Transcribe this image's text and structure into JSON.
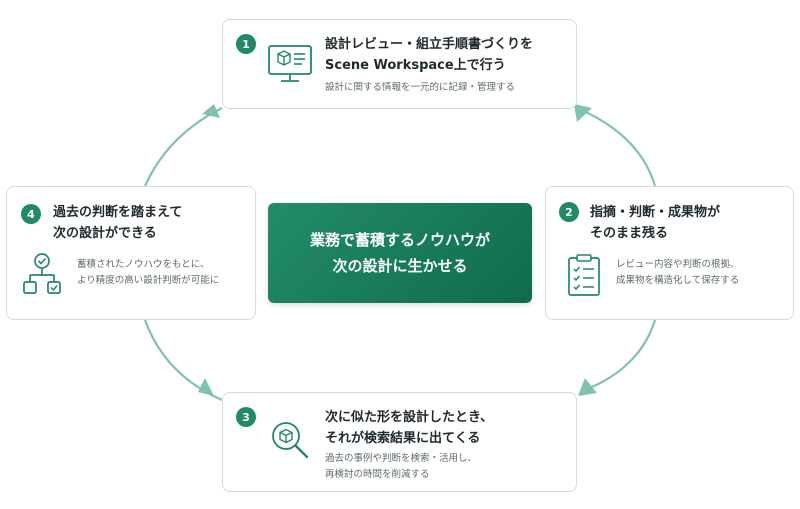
{
  "center": {
    "line1": "業務で蓄積するノウハウが",
    "line2": "次の設計に生かせる"
  },
  "steps": [
    {
      "number": "1",
      "title_line1": "設計レビュー・組立手順書づくりを",
      "title_line2": "Scene Workspace上で行う",
      "desc_line1": "設計に関する情報を一元的に記録・管理する",
      "desc_line2": "",
      "icon": "monitor-3d-document-icon"
    },
    {
      "number": "2",
      "title_line1": "指摘・判断・成果物が",
      "title_line2": "そのまま残る",
      "desc_line1": "レビュー内容や判断の根拠、",
      "desc_line2": "成果物を構造化して保存する",
      "icon": "clipboard-checklist-icon"
    },
    {
      "number": "3",
      "title_line1": "次に似た形を設計したとき、",
      "title_line2": "それが検索結果に出てくる",
      "desc_line1": "過去の事例や判断を検索・活用し、",
      "desc_line2": "再検討の時間を削減する",
      "icon": "search-3d-icon"
    },
    {
      "number": "4",
      "title_line1": "過去の判断を踏まえて",
      "title_line2": "次の設計ができる",
      "desc_line1": "蓄積されたノウハウをもとに、",
      "desc_line2": "より精度の高い設計判断が可能に",
      "icon": "flow-decision-icon"
    }
  ],
  "colors": {
    "accent": "#1f8a64",
    "ring": "#7fc4a8",
    "card_border": "#cfe0da"
  }
}
